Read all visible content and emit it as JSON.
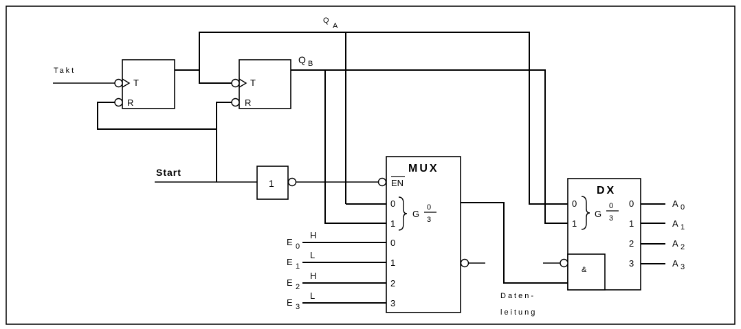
{
  "signals": {
    "takt": "Takt",
    "start": "Start",
    "qa_main": "Q",
    "qa_sub": "A",
    "qb_main": "Q",
    "qb_sub": "B"
  },
  "flipflops": [
    {
      "t": "T",
      "r": "R"
    },
    {
      "t": "T",
      "r": "R"
    }
  ],
  "inverter": {
    "label": "1"
  },
  "mux": {
    "title": "MUX",
    "en": "EN",
    "sel": [
      "0",
      "1"
    ],
    "g": "G",
    "g_num": "0",
    "g_den": "3",
    "inputs": [
      "0",
      "1",
      "2",
      "3"
    ]
  },
  "data_inputs": [
    {
      "name": "E",
      "sub": "0",
      "level": "H"
    },
    {
      "name": "E",
      "sub": "1",
      "level": "L"
    },
    {
      "name": "E",
      "sub": "2",
      "level": "H"
    },
    {
      "name": "E",
      "sub": "3",
      "level": "L"
    }
  ],
  "dx": {
    "title": "DX",
    "sel": [
      "0",
      "1"
    ],
    "g": "G",
    "g_num": "0",
    "g_den": "3",
    "outputs": [
      "0",
      "1",
      "2",
      "3"
    ],
    "and_label": "&"
  },
  "outputs": [
    {
      "name": "A",
      "sub": "0"
    },
    {
      "name": "A",
      "sub": "1"
    },
    {
      "name": "A",
      "sub": "2"
    },
    {
      "name": "A",
      "sub": "3"
    }
  ],
  "datenleitung": [
    "Daten-",
    "leitung"
  ]
}
